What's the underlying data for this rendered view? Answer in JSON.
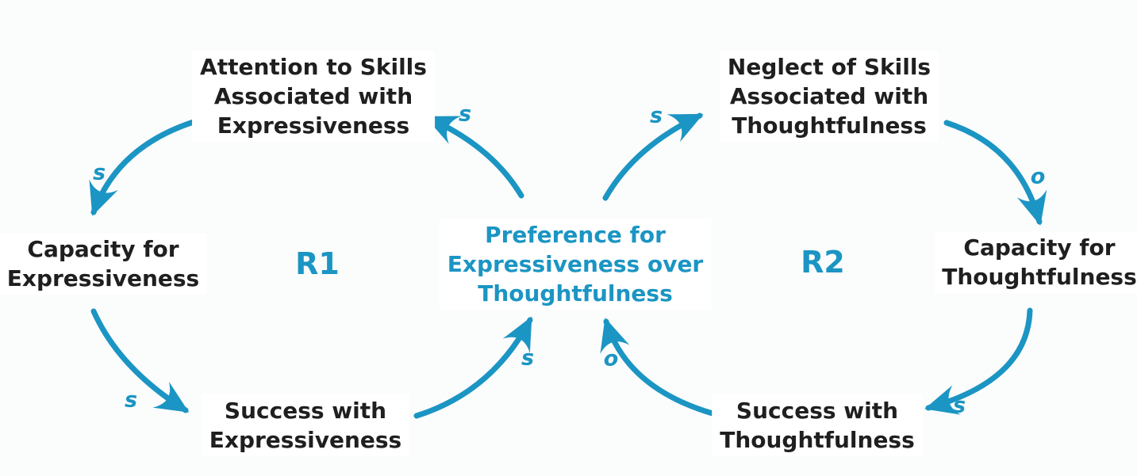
{
  "diagram": {
    "type": "causal-loop-diagram",
    "accent_color": "#1b95c3",
    "text_color": "#1f1f1f",
    "nodes": [
      {
        "id": "attention-skills-expressiveness",
        "lines": [
          "Attention to Skills",
          "Associated with",
          "Expressiveness"
        ]
      },
      {
        "id": "neglect-skills-thoughtfulness",
        "lines": [
          "Neglect of Skills",
          "Associated with",
          "Thoughtfulness"
        ]
      },
      {
        "id": "capacity-expressiveness",
        "lines": [
          "Capacity for",
          "Expressiveness"
        ]
      },
      {
        "id": "capacity-thoughtfulness",
        "lines": [
          "Capacity for",
          "Thoughtfulness"
        ]
      },
      {
        "id": "preference-expressiveness-over-thoughtfulness",
        "lines": [
          "Preference for",
          "Expressiveness over",
          "Thoughtfulness"
        ]
      },
      {
        "id": "success-expressiveness",
        "lines": [
          "Success with",
          "Expressiveness"
        ]
      },
      {
        "id": "success-thoughtfulness",
        "lines": [
          "Success with",
          "Thoughtfulness"
        ]
      }
    ],
    "loop_labels": [
      {
        "id": "R1",
        "label": "R1"
      },
      {
        "id": "R2",
        "label": "R2"
      }
    ],
    "links": [
      {
        "from": "attention-skills-expressiveness",
        "to": "capacity-expressiveness",
        "polarity": "s"
      },
      {
        "from": "capacity-expressiveness",
        "to": "success-expressiveness",
        "polarity": "s"
      },
      {
        "from": "success-expressiveness",
        "to": "preference-expressiveness-over-thoughtfulness",
        "polarity": "s"
      },
      {
        "from": "preference-expressiveness-over-thoughtfulness",
        "to": "attention-skills-expressiveness",
        "polarity": "s"
      },
      {
        "from": "preference-expressiveness-over-thoughtfulness",
        "to": "neglect-skills-thoughtfulness",
        "polarity": "s"
      },
      {
        "from": "neglect-skills-thoughtfulness",
        "to": "capacity-thoughtfulness",
        "polarity": "o"
      },
      {
        "from": "capacity-thoughtfulness",
        "to": "success-thoughtfulness",
        "polarity": "s"
      },
      {
        "from": "success-thoughtfulness",
        "to": "preference-expressiveness-over-thoughtfulness",
        "polarity": "o"
      }
    ]
  }
}
